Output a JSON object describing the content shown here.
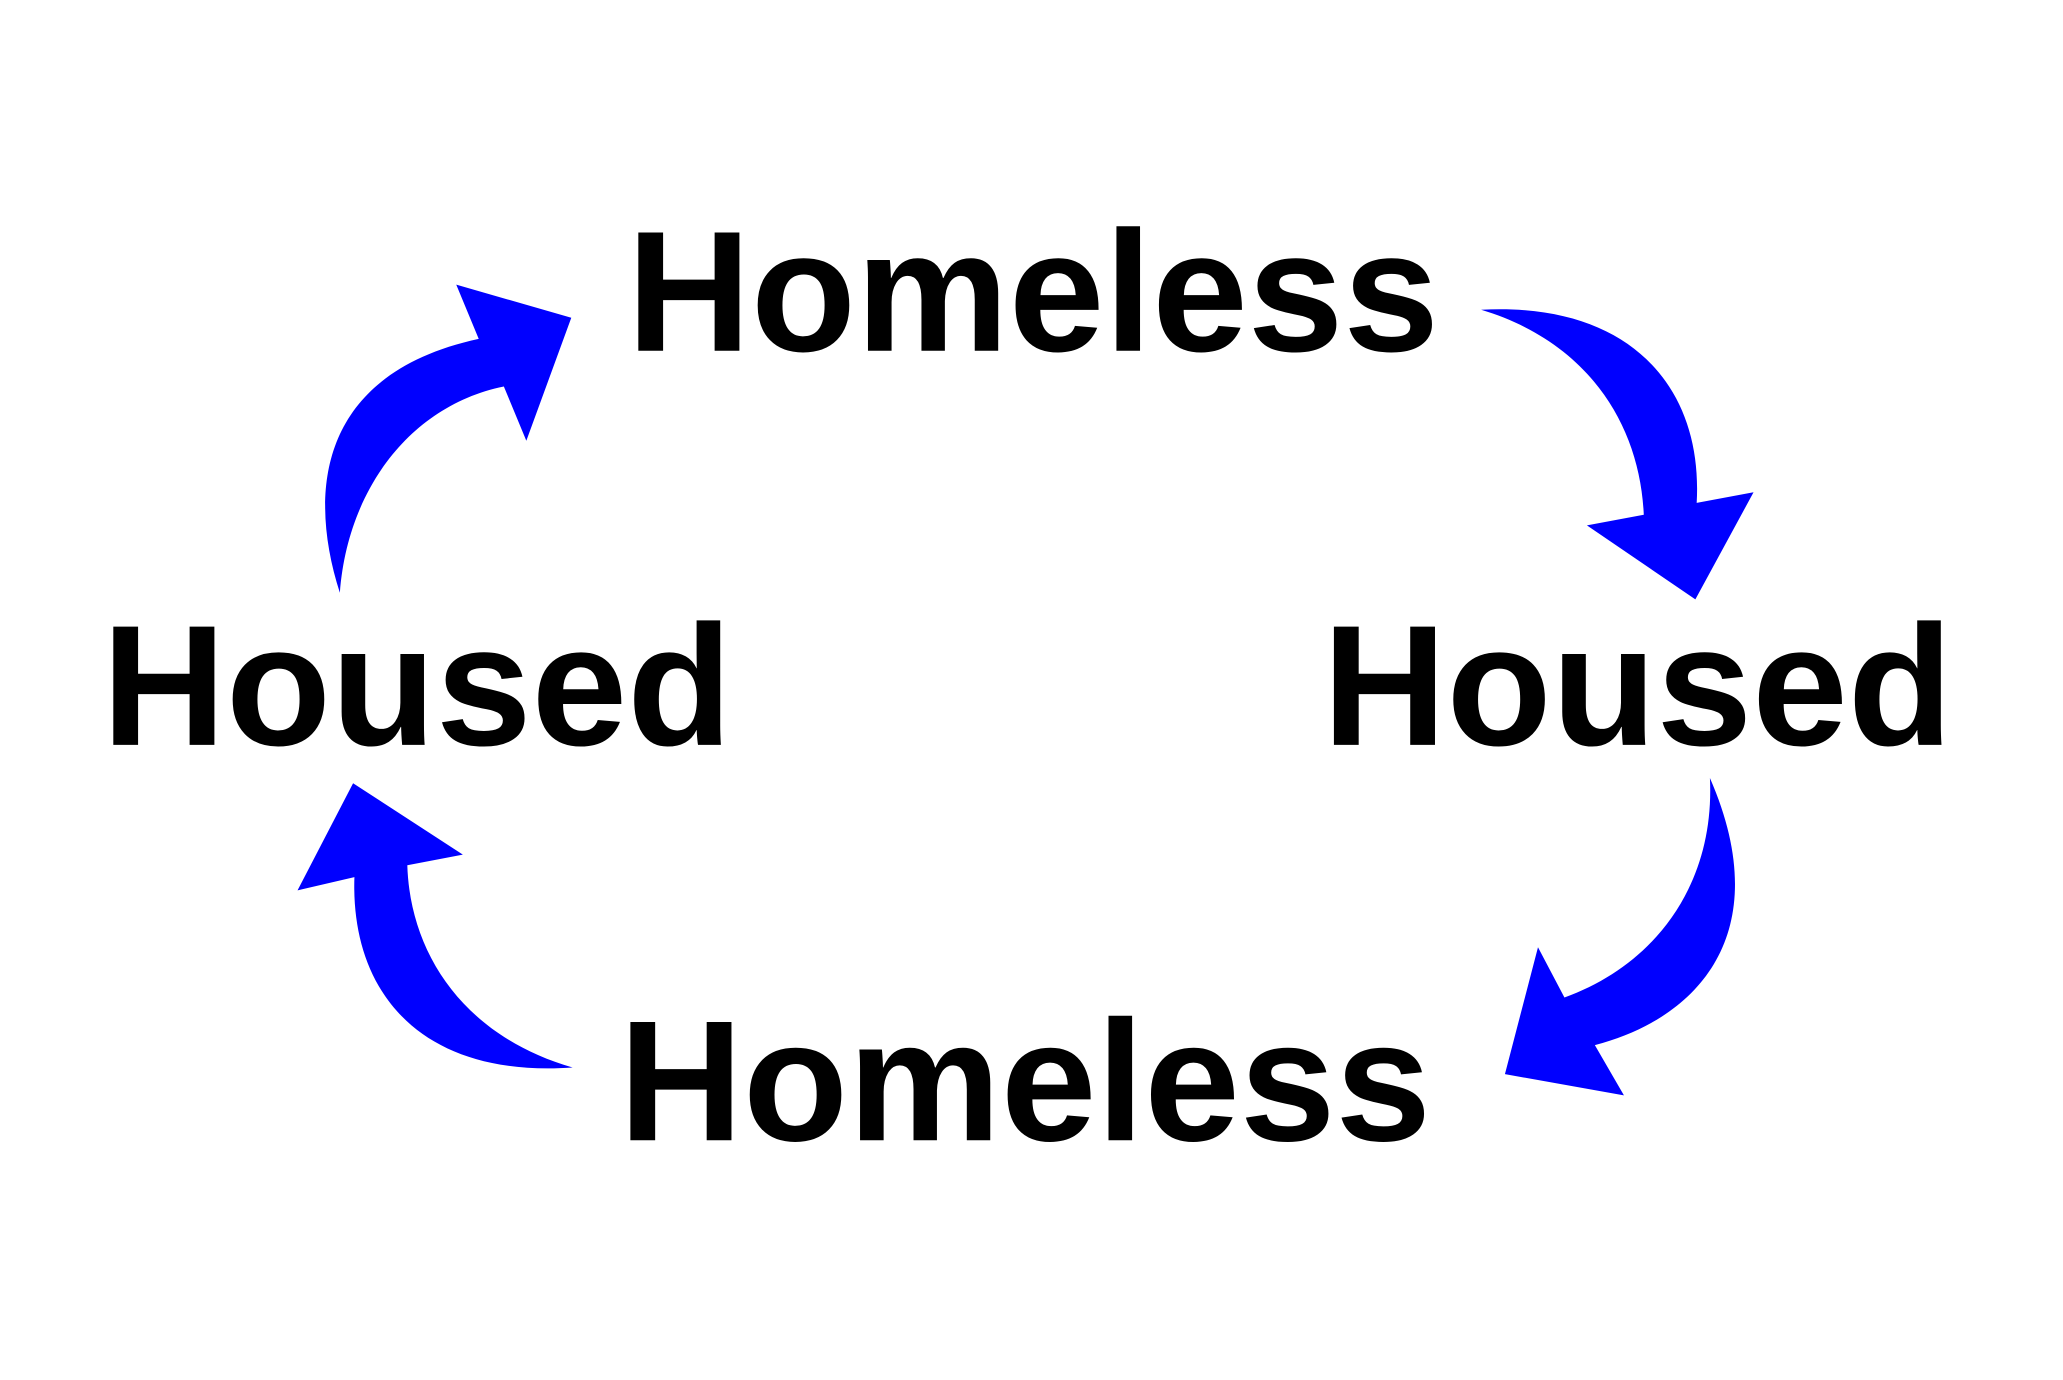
{
  "diagram": {
    "title": "Housed / Homeless cycle",
    "nodes": {
      "top": "Homeless",
      "right": "Housed",
      "bottom": "Homeless",
      "left": "Housed"
    },
    "arrow_color": "#0000ff",
    "text_color": "#000000",
    "arrow_direction": "clockwise"
  }
}
